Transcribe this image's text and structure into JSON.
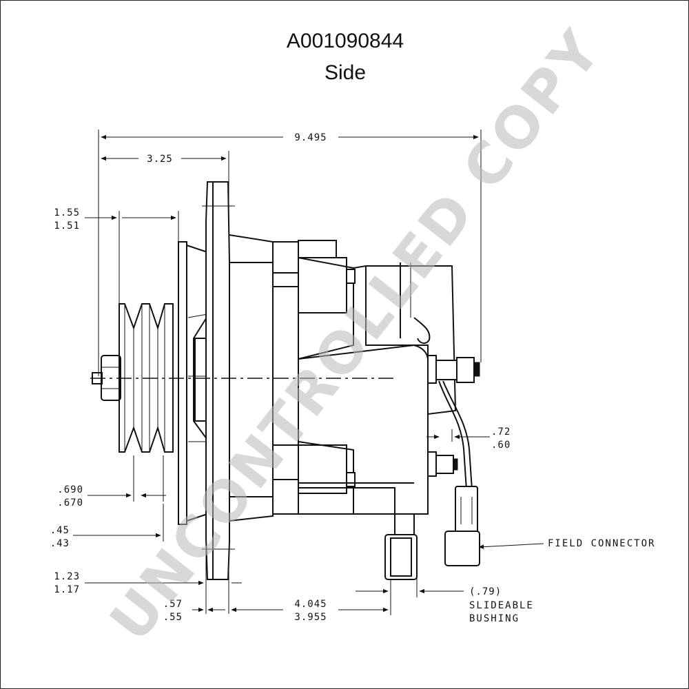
{
  "header": {
    "part_number": "A001090844",
    "view": "Side"
  },
  "dimensions": {
    "overall_length": "9.495",
    "pulley_to_flange": "3.25",
    "pulley_width_max": "1.55",
    "pulley_width_min": "1.51",
    "groove_max": ".690",
    "groove_min": ".670",
    "groove_offset_max": ".45",
    "groove_offset_min": ".43",
    "flange_gap_max": "1.23",
    "flange_gap_min": "1.17",
    "flange_thk_max": ".57",
    "flange_thk_min": ".55",
    "mount_dist_max": "4.045",
    "mount_dist_min": "3.955",
    "terminal_max": ".72",
    "terminal_min": ".60",
    "bushing_size": "(.79)"
  },
  "labels": {
    "bushing_line1": "SLIDEABLE",
    "bushing_line2": "BUSHING",
    "field_connector": "FIELD CONNECTOR"
  },
  "watermark": "UNCONTROLLED COPY"
}
